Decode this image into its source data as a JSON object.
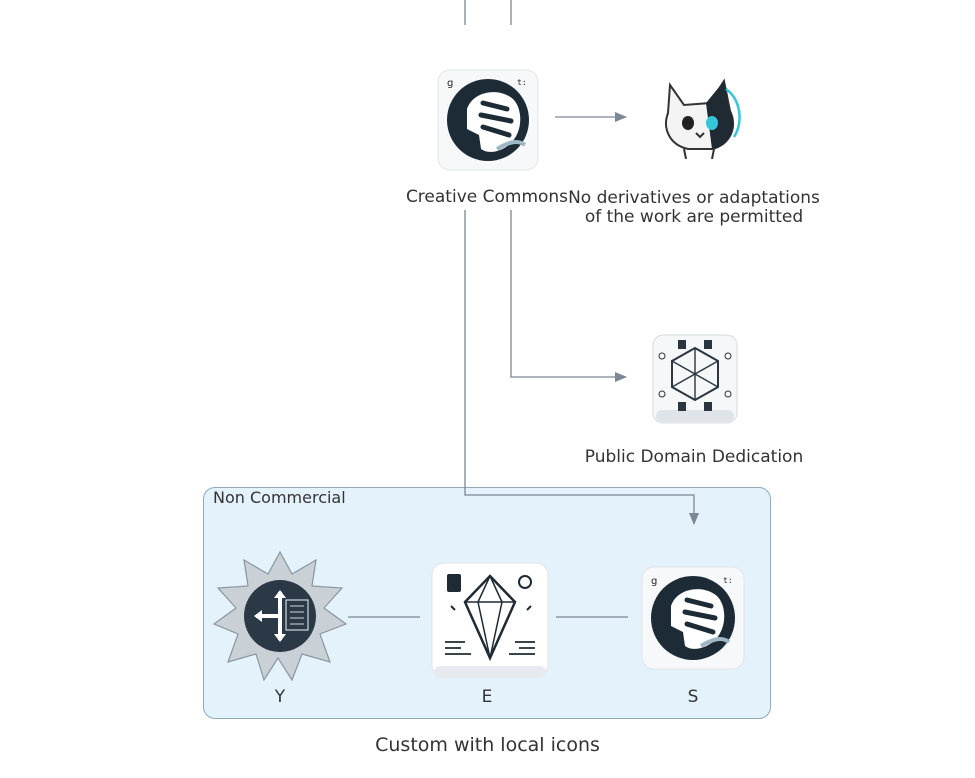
{
  "nodes": {
    "creative_commons": {
      "label": "Creative Commons",
      "icon": "tiger-badge-icon"
    },
    "no_derivatives": {
      "label_line1": "No derivatives or adaptations",
      "label_line2": "of the work are permitted",
      "icon": "cat-mascot-icon"
    },
    "public_domain": {
      "label": "Public Domain Dedication",
      "icon": "network-cube-icon"
    }
  },
  "cluster": {
    "label": "Non Commercial",
    "nodes": [
      {
        "label": "Y",
        "icon": "crystal-arrows-icon"
      },
      {
        "label": "E",
        "icon": "diamond-document-icon"
      },
      {
        "label": "S",
        "icon": "tiger-badge-icon"
      }
    ]
  },
  "caption": "Custom with local icons",
  "colors": {
    "edge": "#7b8794",
    "cluster_fill": "#e4f2fb",
    "cluster_border": "#8fa9bd"
  }
}
